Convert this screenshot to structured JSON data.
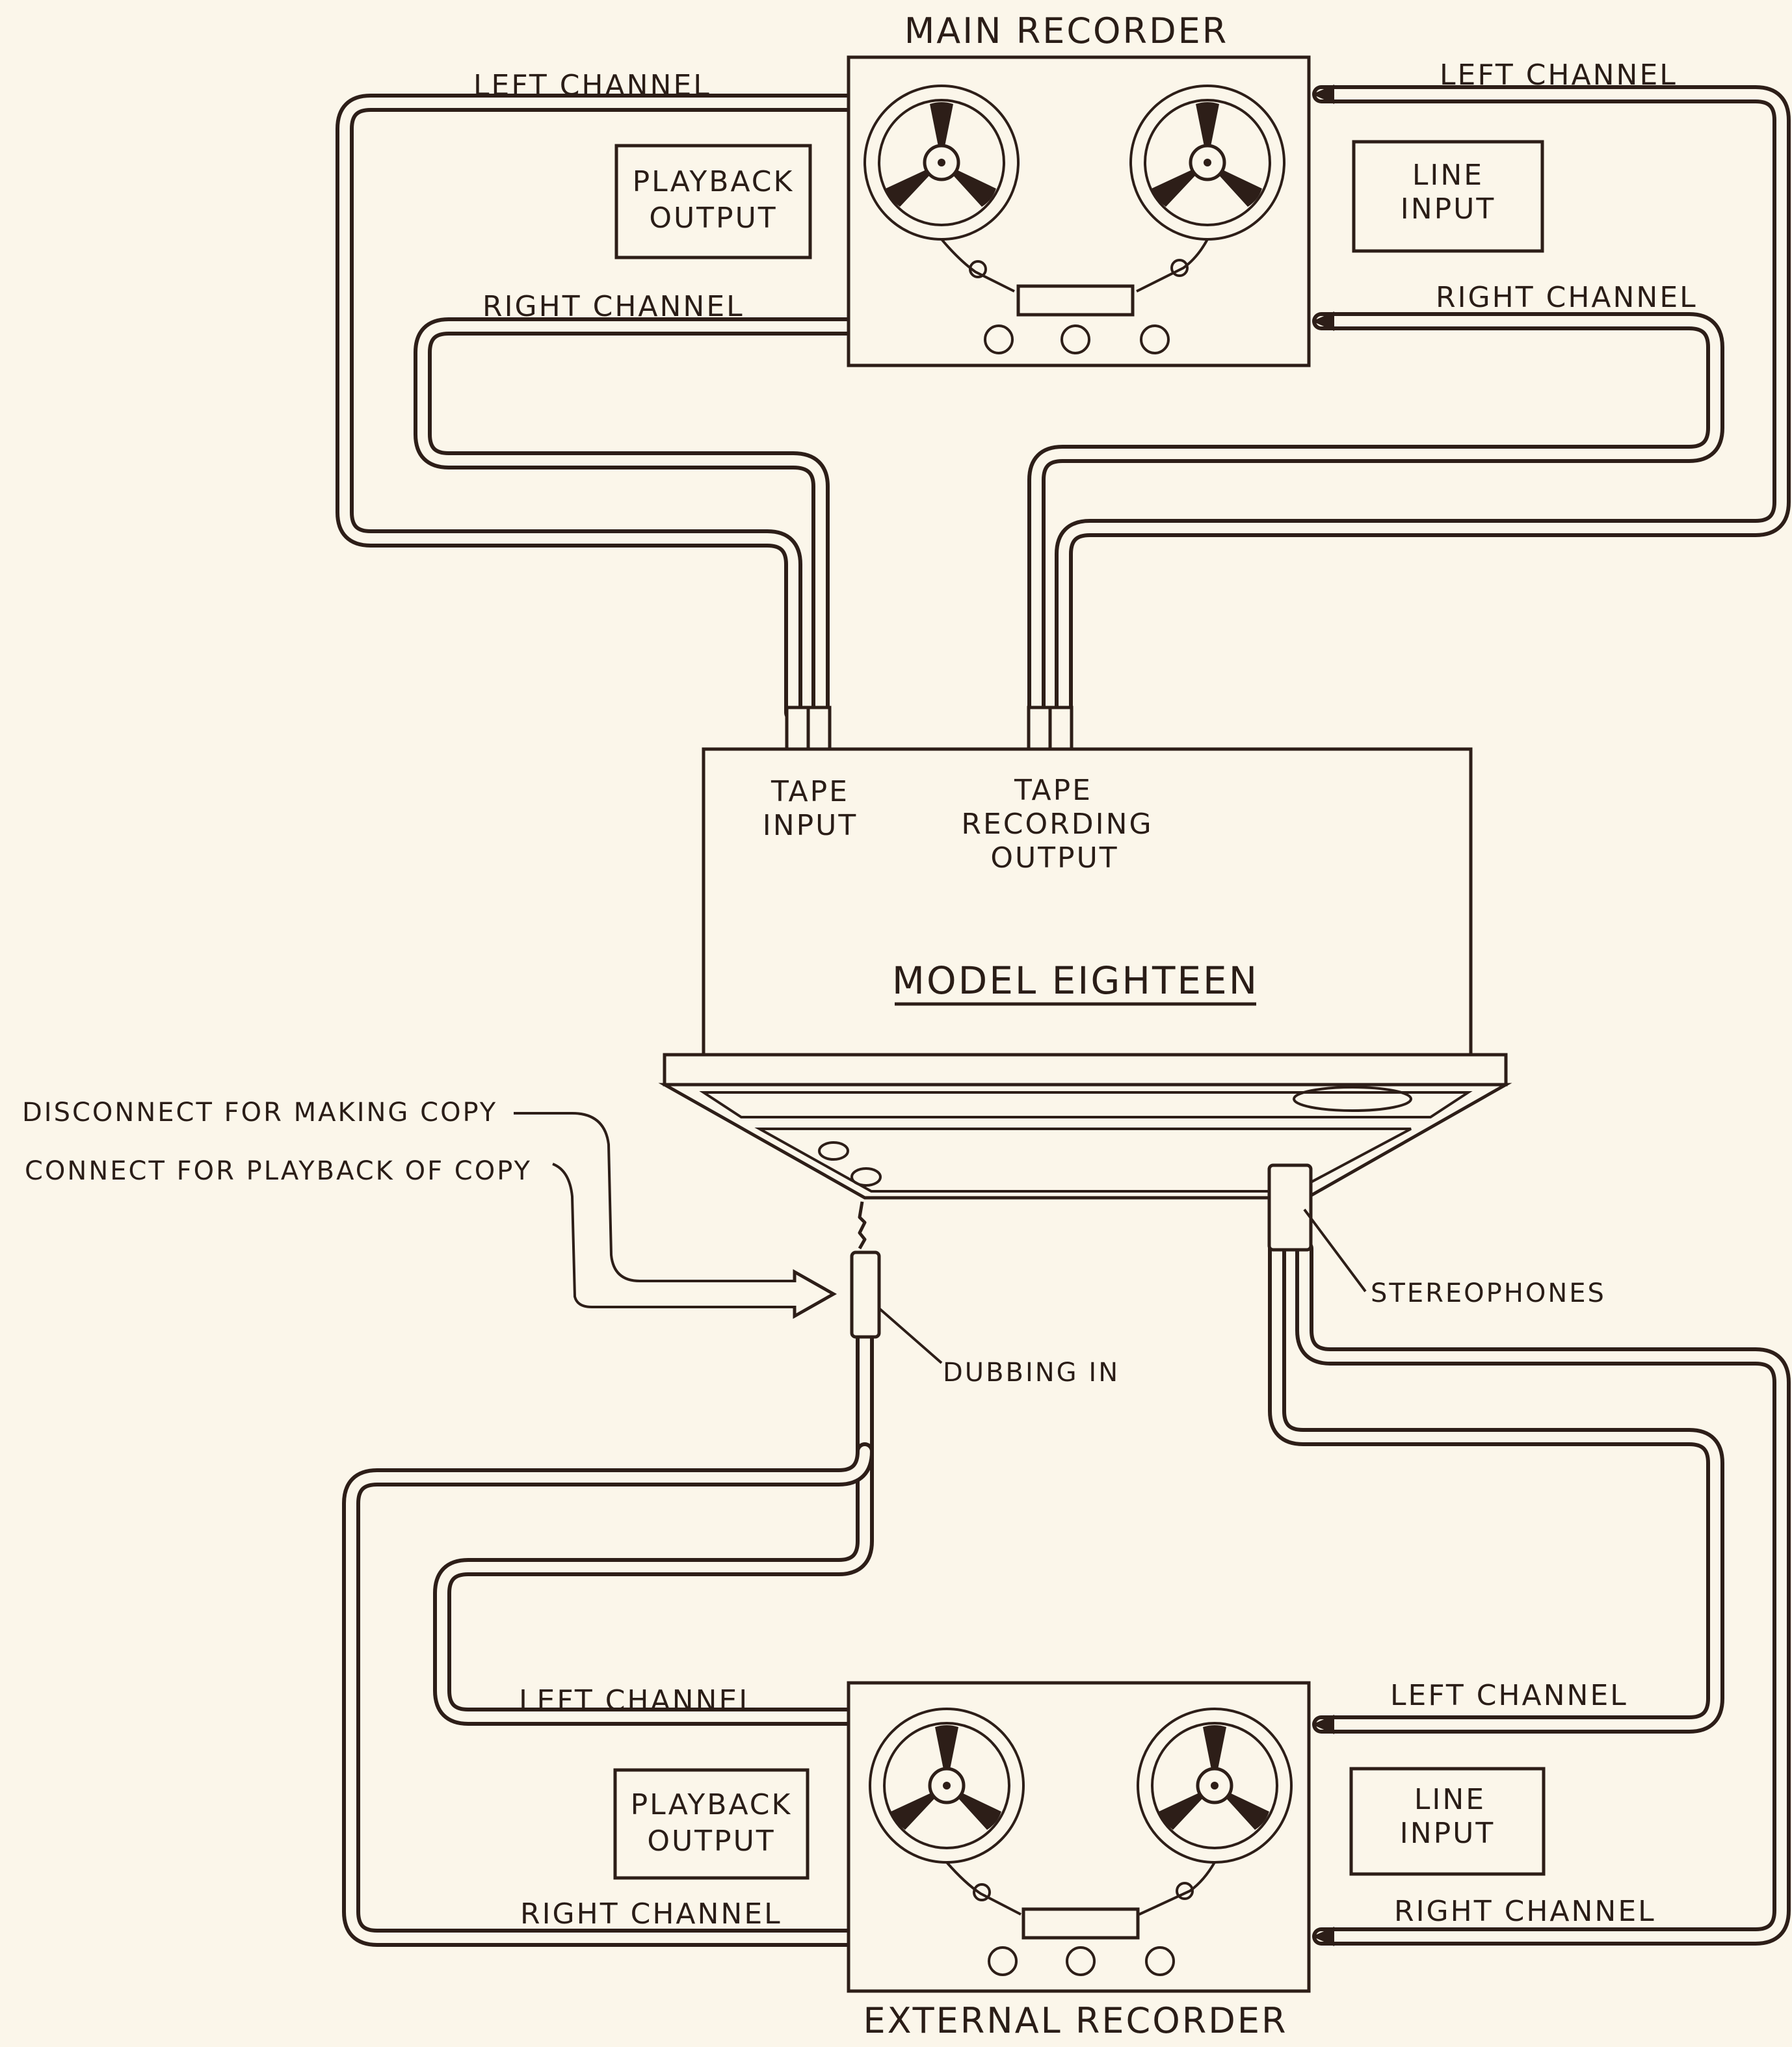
{
  "colors": {
    "paper": "#fbf6ea",
    "ink": "#2d1e18"
  },
  "main_recorder": {
    "title": "MAIN RECORDER",
    "left_channel_out": "LEFT CHANNEL",
    "left_channel_in": "LEFT CHANNEL",
    "right_channel_out": "RIGHT CHANNEL",
    "right_channel_in": "RIGHT CHANNEL",
    "playback_output": [
      "PLAYBACK",
      "OUTPUT"
    ],
    "line_input": [
      "LINE",
      "INPUT"
    ]
  },
  "amplifier": {
    "model": "MODEL EIGHTEEN",
    "tape_input": [
      "TAPE",
      "INPUT"
    ],
    "tape_recording_output": [
      "TAPE",
      "RECORDING",
      "OUTPUT"
    ]
  },
  "notes": {
    "disconnect": "DISCONNECT FOR MAKING COPY",
    "connect": "CONNECT FOR PLAYBACK OF COPY",
    "dubbing_in": "DUBBING IN",
    "stereophones": "STEREOPHONES"
  },
  "external_recorder": {
    "title": "EXTERNAL RECORDER",
    "left_channel_out": "LEFT CHANNEL",
    "left_channel_in": "LEFT CHANNEL",
    "right_channel_out": "RIGHT CHANNEL",
    "right_channel_in": "RIGHT CHANNEL",
    "playback_output": [
      "PLAYBACK",
      "OUTPUT"
    ],
    "line_input": [
      "LINE",
      "INPUT"
    ]
  }
}
